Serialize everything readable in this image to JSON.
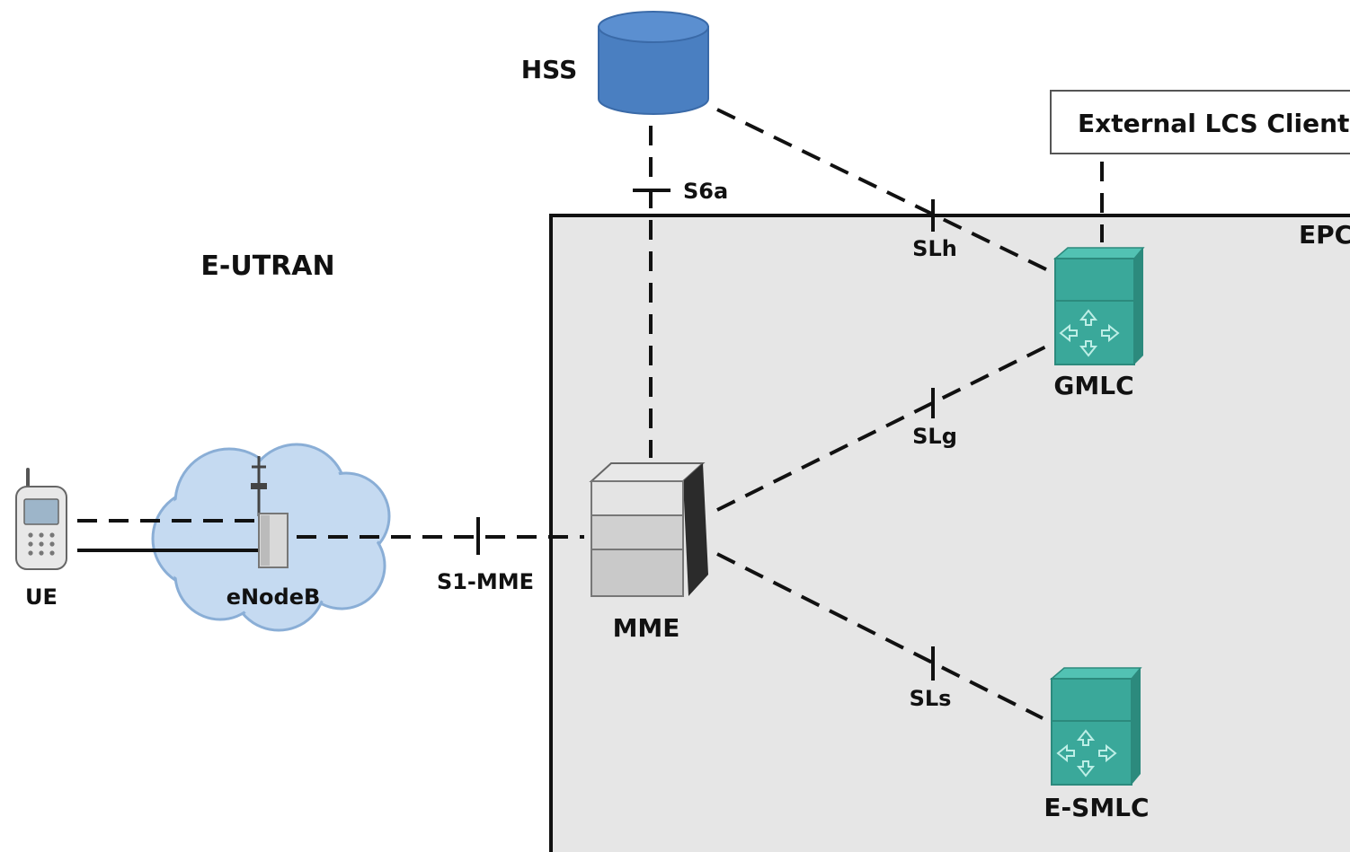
{
  "colors": {
    "epc_fill": "#e6e6e6",
    "hss_blue": "#4a7fc1",
    "server_teal": "#3aa89a",
    "cloud_fill": "#c5daf1",
    "cloud_stroke": "#8aaed6"
  },
  "nodes": {
    "hss": "HSS",
    "external_lcs": "External LCS Client",
    "epc": "EPC",
    "eutran": "E-UTRAN",
    "ue": "UE",
    "enodeb": "eNodeB",
    "mme": "MME",
    "gmlc": "GMLC",
    "esmlc": "E-SMLC"
  },
  "interfaces": {
    "s6a": "S6a",
    "s1_mme": "S1-MME",
    "slh": "SLh",
    "slg": "SLg",
    "sls": "SLs"
  },
  "icons": {
    "hss": "database-cylinder-icon",
    "ue": "mobile-phone-icon",
    "enodeb": "base-station-icon",
    "cloud": "cloud-icon",
    "mme": "server-tower-icon",
    "gmlc": "router-server-icon",
    "esmlc": "router-server-icon"
  }
}
